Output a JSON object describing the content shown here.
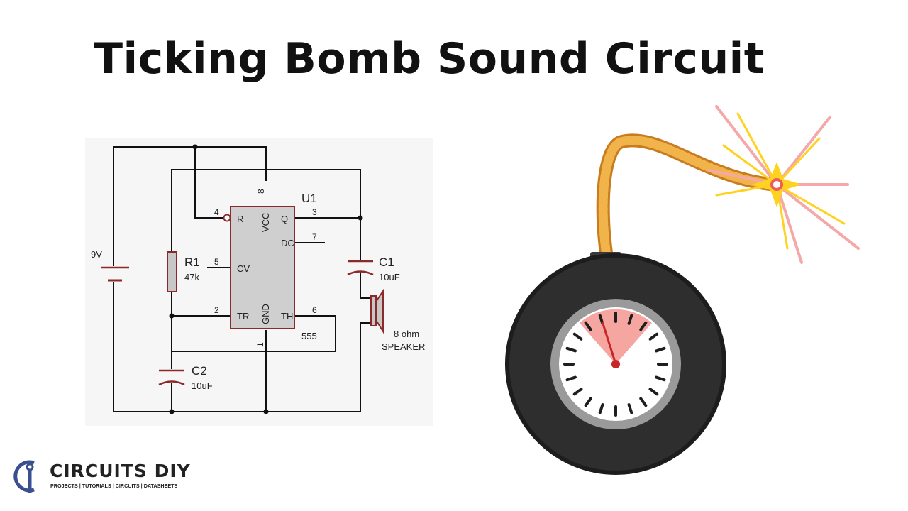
{
  "title": "Ticking Bomb Sound Circuit",
  "circuit": {
    "ic": {
      "ref": "U1",
      "part": "555",
      "pins": {
        "r": "R",
        "vcc": "VCC",
        "q": "Q",
        "dc": "DC",
        "cv": "CV",
        "tr": "TR",
        "gnd": "GND",
        "th": "TH"
      },
      "pin_numbers": {
        "p1": "1",
        "p2": "2",
        "p3": "3",
        "p4": "4",
        "p5": "5",
        "p6": "6",
        "p7": "7",
        "p8": "8"
      }
    },
    "battery": {
      "label": "9V"
    },
    "r1": {
      "ref": "R1",
      "value": "47k"
    },
    "c1": {
      "ref": "C1",
      "value": "10uF"
    },
    "c2": {
      "ref": "C2",
      "value": "10uF"
    },
    "speaker": {
      "value": "8 ohm",
      "label": "SPEAKER"
    }
  },
  "logo": {
    "name": "CIRCUITS DIY",
    "tagline": "PROJECTS | TUTORIALS | CIRCUITS | DATASHEETS",
    "color": "#3a4f8f"
  },
  "colors": {
    "wire": "#111111",
    "component": "#8b2a2a",
    "ic_fill": "#cfcfcf",
    "bomb_body": "#2e2e2e",
    "fuse": "#e8a33a",
    "spark": "#ffd21f"
  }
}
